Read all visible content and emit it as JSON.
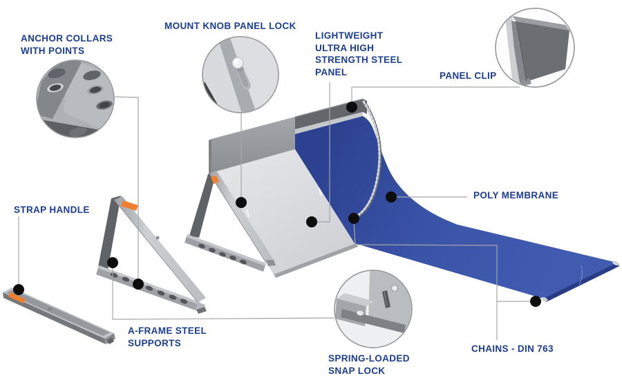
{
  "callouts": [
    {
      "id": "anchor-collars",
      "lines": [
        "ANCHOR COLLARS",
        "WITH POINTS"
      ]
    },
    {
      "id": "mount-knob",
      "lines": [
        "MOUNT KNOB PANEL LOCK"
      ]
    },
    {
      "id": "steel-panel",
      "lines": [
        "LIGHTWEIGHT",
        "ULTRA HIGH",
        "STRENGTH STEEL",
        "PANEL"
      ]
    },
    {
      "id": "panel-clip",
      "lines": [
        "PANEL CLIP"
      ]
    },
    {
      "id": "strap-handle",
      "lines": [
        "STRAP HANDLE"
      ]
    },
    {
      "id": "poly-membrane",
      "lines": [
        "POLY MEMBRANE"
      ]
    },
    {
      "id": "a-frame",
      "lines": [
        "A-FRAME STEEL",
        "SUPPORTS"
      ]
    },
    {
      "id": "snap-lock",
      "lines": [
        "SPRING-LOADED",
        "SNAP LOCK"
      ]
    },
    {
      "id": "chains",
      "lines": [
        "CHAINS - DIN 763"
      ]
    }
  ],
  "colors": {
    "label_text": "#1b3d93",
    "membrane_blue": "#3a54a8",
    "membrane_blue_dark": "#2c4190",
    "membrane_hem": "#293c85",
    "steel_light": "#dfe1e4",
    "steel_mid": "#9a9da1",
    "steel_dark": "#63676c",
    "accent_orange": "#f07f2f",
    "leader_line": "#a6a6a6",
    "marker_dot": "#0d0d0d",
    "background": "#ffffff"
  }
}
